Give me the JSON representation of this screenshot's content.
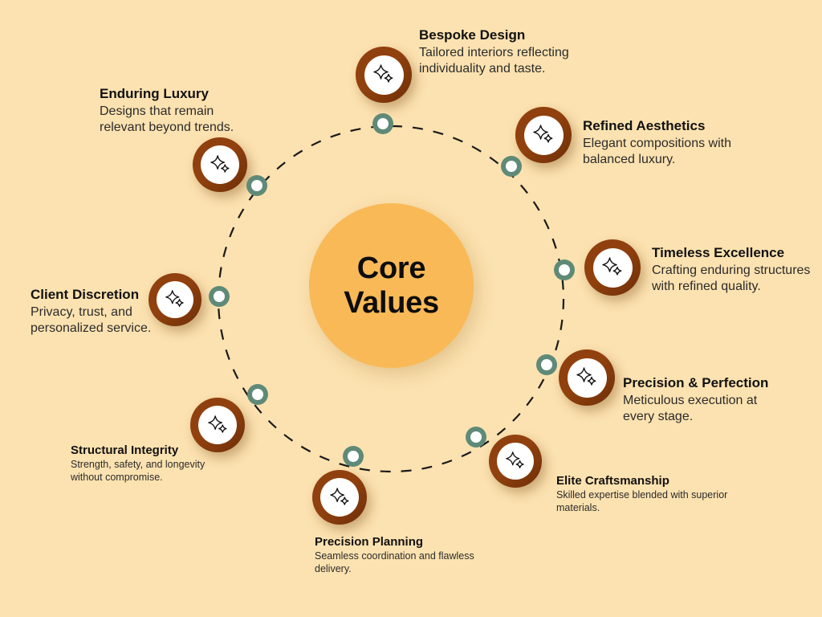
{
  "meta": {
    "background_color": "#FCE2B0",
    "hub_color": "#F9B957",
    "node_ring_color": "#8C3D0C",
    "marker_color": "#5F8A78",
    "dash_color": "#1a1a1a"
  },
  "hub": {
    "label": "Core\nValues"
  },
  "icon_name": "sparkle-icon",
  "items": [
    {
      "id": "bespoke-design",
      "title": "Bespoke Design",
      "desc": "Tailored  interiors  reflecting individuality and taste.",
      "align": "left",
      "size": "lg"
    },
    {
      "id": "refined-aesthetics",
      "title": "Refined Aesthetics",
      "desc": " Elegant compositions with balanced luxury.",
      "align": "left",
      "size": "lg"
    },
    {
      "id": "timeless-excellence",
      "title": "Timeless Excellence",
      "desc": "Crafting enduring structures with refined quality.",
      "align": "left",
      "size": "lg"
    },
    {
      "id": "precision-perfection",
      "title": "Precision & Perfection",
      "desc": "Meticulous execution at every stage.",
      "align": "left",
      "size": "lg"
    },
    {
      "id": "elite-craftsmanship",
      "title": "Elite Craftsmanship",
      "desc": "Skilled expertise blended with superior materials.",
      "align": "left",
      "size": "sm"
    },
    {
      "id": "precision-planning",
      "title": "Precision Planning",
      "desc": "Seamless coordination and flawless delivery.",
      "align": "left",
      "size": "sm"
    },
    {
      "id": "structural-integrity",
      "title": "Structural Integrity",
      "desc": "Strength, safety, and longevity without compromise.",
      "align": "left",
      "size": "sm"
    },
    {
      "id": "client-discretion",
      "title": "Client Discretion",
      "desc": "Privacy, trust, and personalized service.",
      "align": "left",
      "size": "lg"
    },
    {
      "id": "enduring-luxury",
      "title": "Enduring Luxury",
      "desc": "Designs that remain relevant beyond trends.",
      "align": "left",
      "size": "lg"
    }
  ]
}
